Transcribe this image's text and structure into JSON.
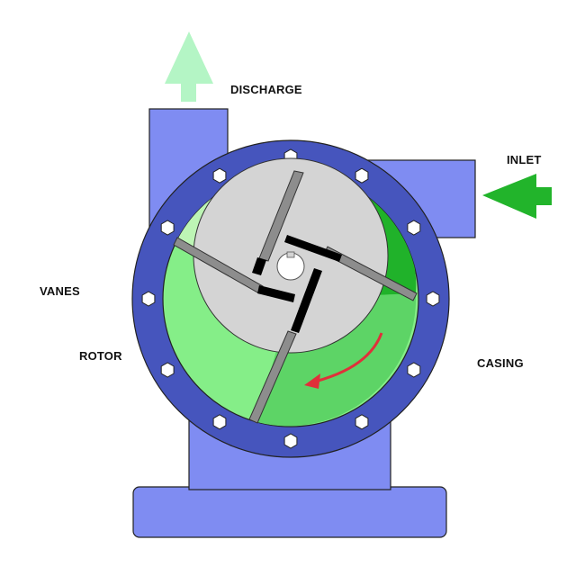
{
  "labels": {
    "discharge": "DISCHARGE",
    "inlet": "INLET",
    "vanes": "VANES",
    "rotor": "ROTOR",
    "casing": "CASING"
  },
  "colors": {
    "casing_fill": "#7f8cf2",
    "flange_ring": "#4655bd",
    "bolt": "#ffffff",
    "chamber_light": "#bdf5b5",
    "chamber_mid": "#85ee88",
    "chamber_dark": "#5dd466",
    "chamber_darkest": "#20b22a",
    "rotor": "#d4d4d4",
    "vane": "#8d8d8d",
    "slot": "#000000",
    "discharge_arrow": "#b4f5c5",
    "inlet_arrow": "#22b42b",
    "rotation_arrow": "#e0303a"
  },
  "icons": {
    "discharge_arrow": "arrow-up-icon",
    "inlet_arrow": "arrow-left-icon",
    "rotation_arrow": "curved-arrow-icon"
  }
}
